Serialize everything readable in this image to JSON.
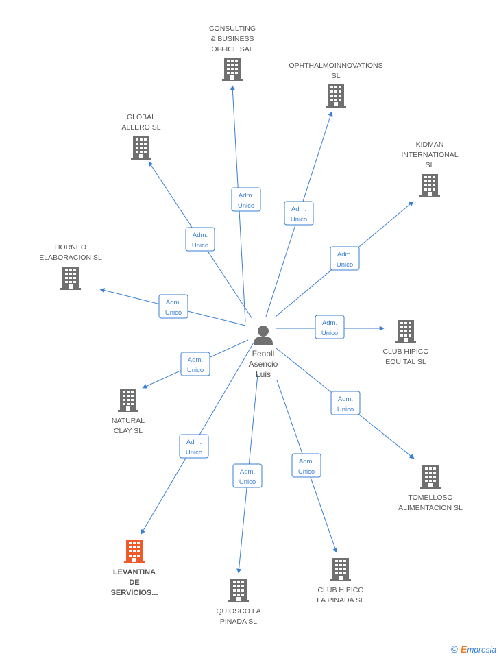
{
  "center": {
    "name_lines": [
      "Fenoll",
      "Asencio",
      "Luis"
    ],
    "icon": "person-icon"
  },
  "relation_label_lines": [
    "Adm.",
    "Unico"
  ],
  "colors": {
    "edge": "#3a7fd5",
    "building": "#707070",
    "highlight": "#f05a28"
  },
  "companies": [
    {
      "id": "consulting",
      "label_lines": [
        "CONSULTING",
        "& BUSINESS",
        "OFFICE SAL"
      ],
      "highlight": false
    },
    {
      "id": "ophthalmo",
      "label_lines": [
        "OPHTHALMOINNOVATIONS",
        "SL"
      ],
      "highlight": false
    },
    {
      "id": "global-allero",
      "label_lines": [
        "GLOBAL",
        "ALLERO SL"
      ],
      "highlight": false
    },
    {
      "id": "kidman",
      "label_lines": [
        "KIDMAN",
        "INTERNATIONAL",
        "SL"
      ],
      "highlight": false
    },
    {
      "id": "horneo",
      "label_lines": [
        "HORNEO",
        "ELABORACION SL"
      ],
      "highlight": false
    },
    {
      "id": "club-hipico-equital",
      "label_lines": [
        "CLUB HIPICO",
        "EQUITAL SL"
      ],
      "highlight": false
    },
    {
      "id": "natural-clay",
      "label_lines": [
        "NATURAL",
        "CLAY  SL"
      ],
      "highlight": false
    },
    {
      "id": "tomelloso",
      "label_lines": [
        "TOMELLOSO",
        "ALIMENTACION SL"
      ],
      "highlight": false
    },
    {
      "id": "levantina",
      "label_lines": [
        "LEVANTINA",
        "DE",
        "SERVICIOS..."
      ],
      "highlight": true
    },
    {
      "id": "quiosco",
      "label_lines": [
        "QUIOSCO LA",
        "PINADA  SL"
      ],
      "highlight": false
    },
    {
      "id": "club-hipico-pinada",
      "label_lines": [
        "CLUB HIPICO",
        "LA PINADA  SL"
      ],
      "highlight": false
    }
  ],
  "footer": {
    "copyright_symbol": "©",
    "brand_first": "E",
    "brand_rest": "mpresia"
  }
}
